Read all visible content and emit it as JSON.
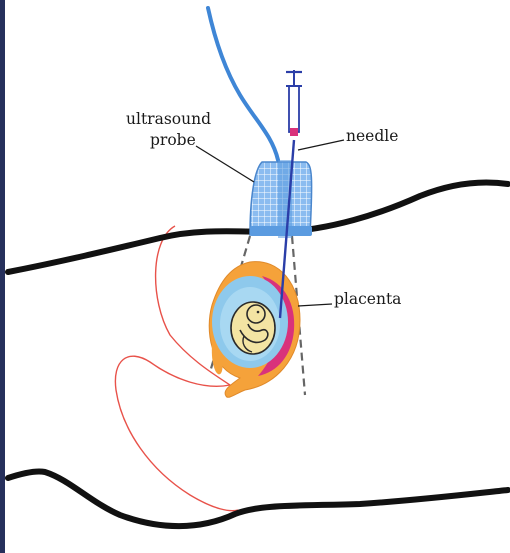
{
  "labels": {
    "ultrasound_line1": "ultrasound",
    "ultrasound_line2": "probe",
    "needle": "needle",
    "placenta": "placenta"
  },
  "colors": {
    "body_outline": "#111111",
    "uterus_outline": "#e8524a",
    "cable": "#3f86d6",
    "probe_mesh": "#5b9be0",
    "needle": "#2b3ea8",
    "placenta_outer": "#f5a23a",
    "placenta_inner": "#d9327b",
    "amniotic_sac": "#8ec9ec",
    "fetus_fill": "#f3e4a3",
    "guide_dash": "#666666",
    "left_edge_strip": "#26305c"
  }
}
